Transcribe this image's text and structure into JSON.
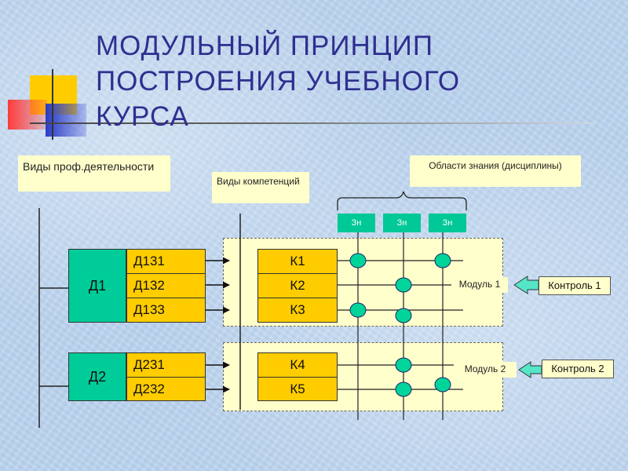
{
  "title": {
    "line1": "МОДУЛЬНЫЙ ПРИНЦИП",
    "line2": "ПОСТРОЕНИЯ УЧЕБНОГО",
    "line3": "КУРСА"
  },
  "labels": {
    "activity_types": "Виды проф.деятельности",
    "competence_types": "Виды компетенций",
    "knowledge_areas": "Области знания (дисциплины)"
  },
  "knowledge_tags": [
    "Зн",
    "Зн",
    "Зн"
  ],
  "activities": [
    {
      "label": "Д1",
      "subtypes": [
        "Д131",
        "Д132",
        "Д133"
      ]
    },
    {
      "label": "Д2",
      "subtypes": [
        "Д231",
        "Д232"
      ]
    }
  ],
  "competences": [
    "К1",
    "К2",
    "К3",
    "К4",
    "К5"
  ],
  "modules": [
    {
      "label": "Модуль 1",
      "control": "Контроль 1"
    },
    {
      "label": "Модуль 2",
      "control": "Контроль 2"
    }
  ],
  "colors": {
    "title": "#2f2f8f",
    "activity_fill": "#00cc99",
    "cell_fill": "#ffcc00",
    "note_fill": "#ffffcc",
    "node_fill": "#00d49a",
    "tag_fill": "#00c896"
  }
}
